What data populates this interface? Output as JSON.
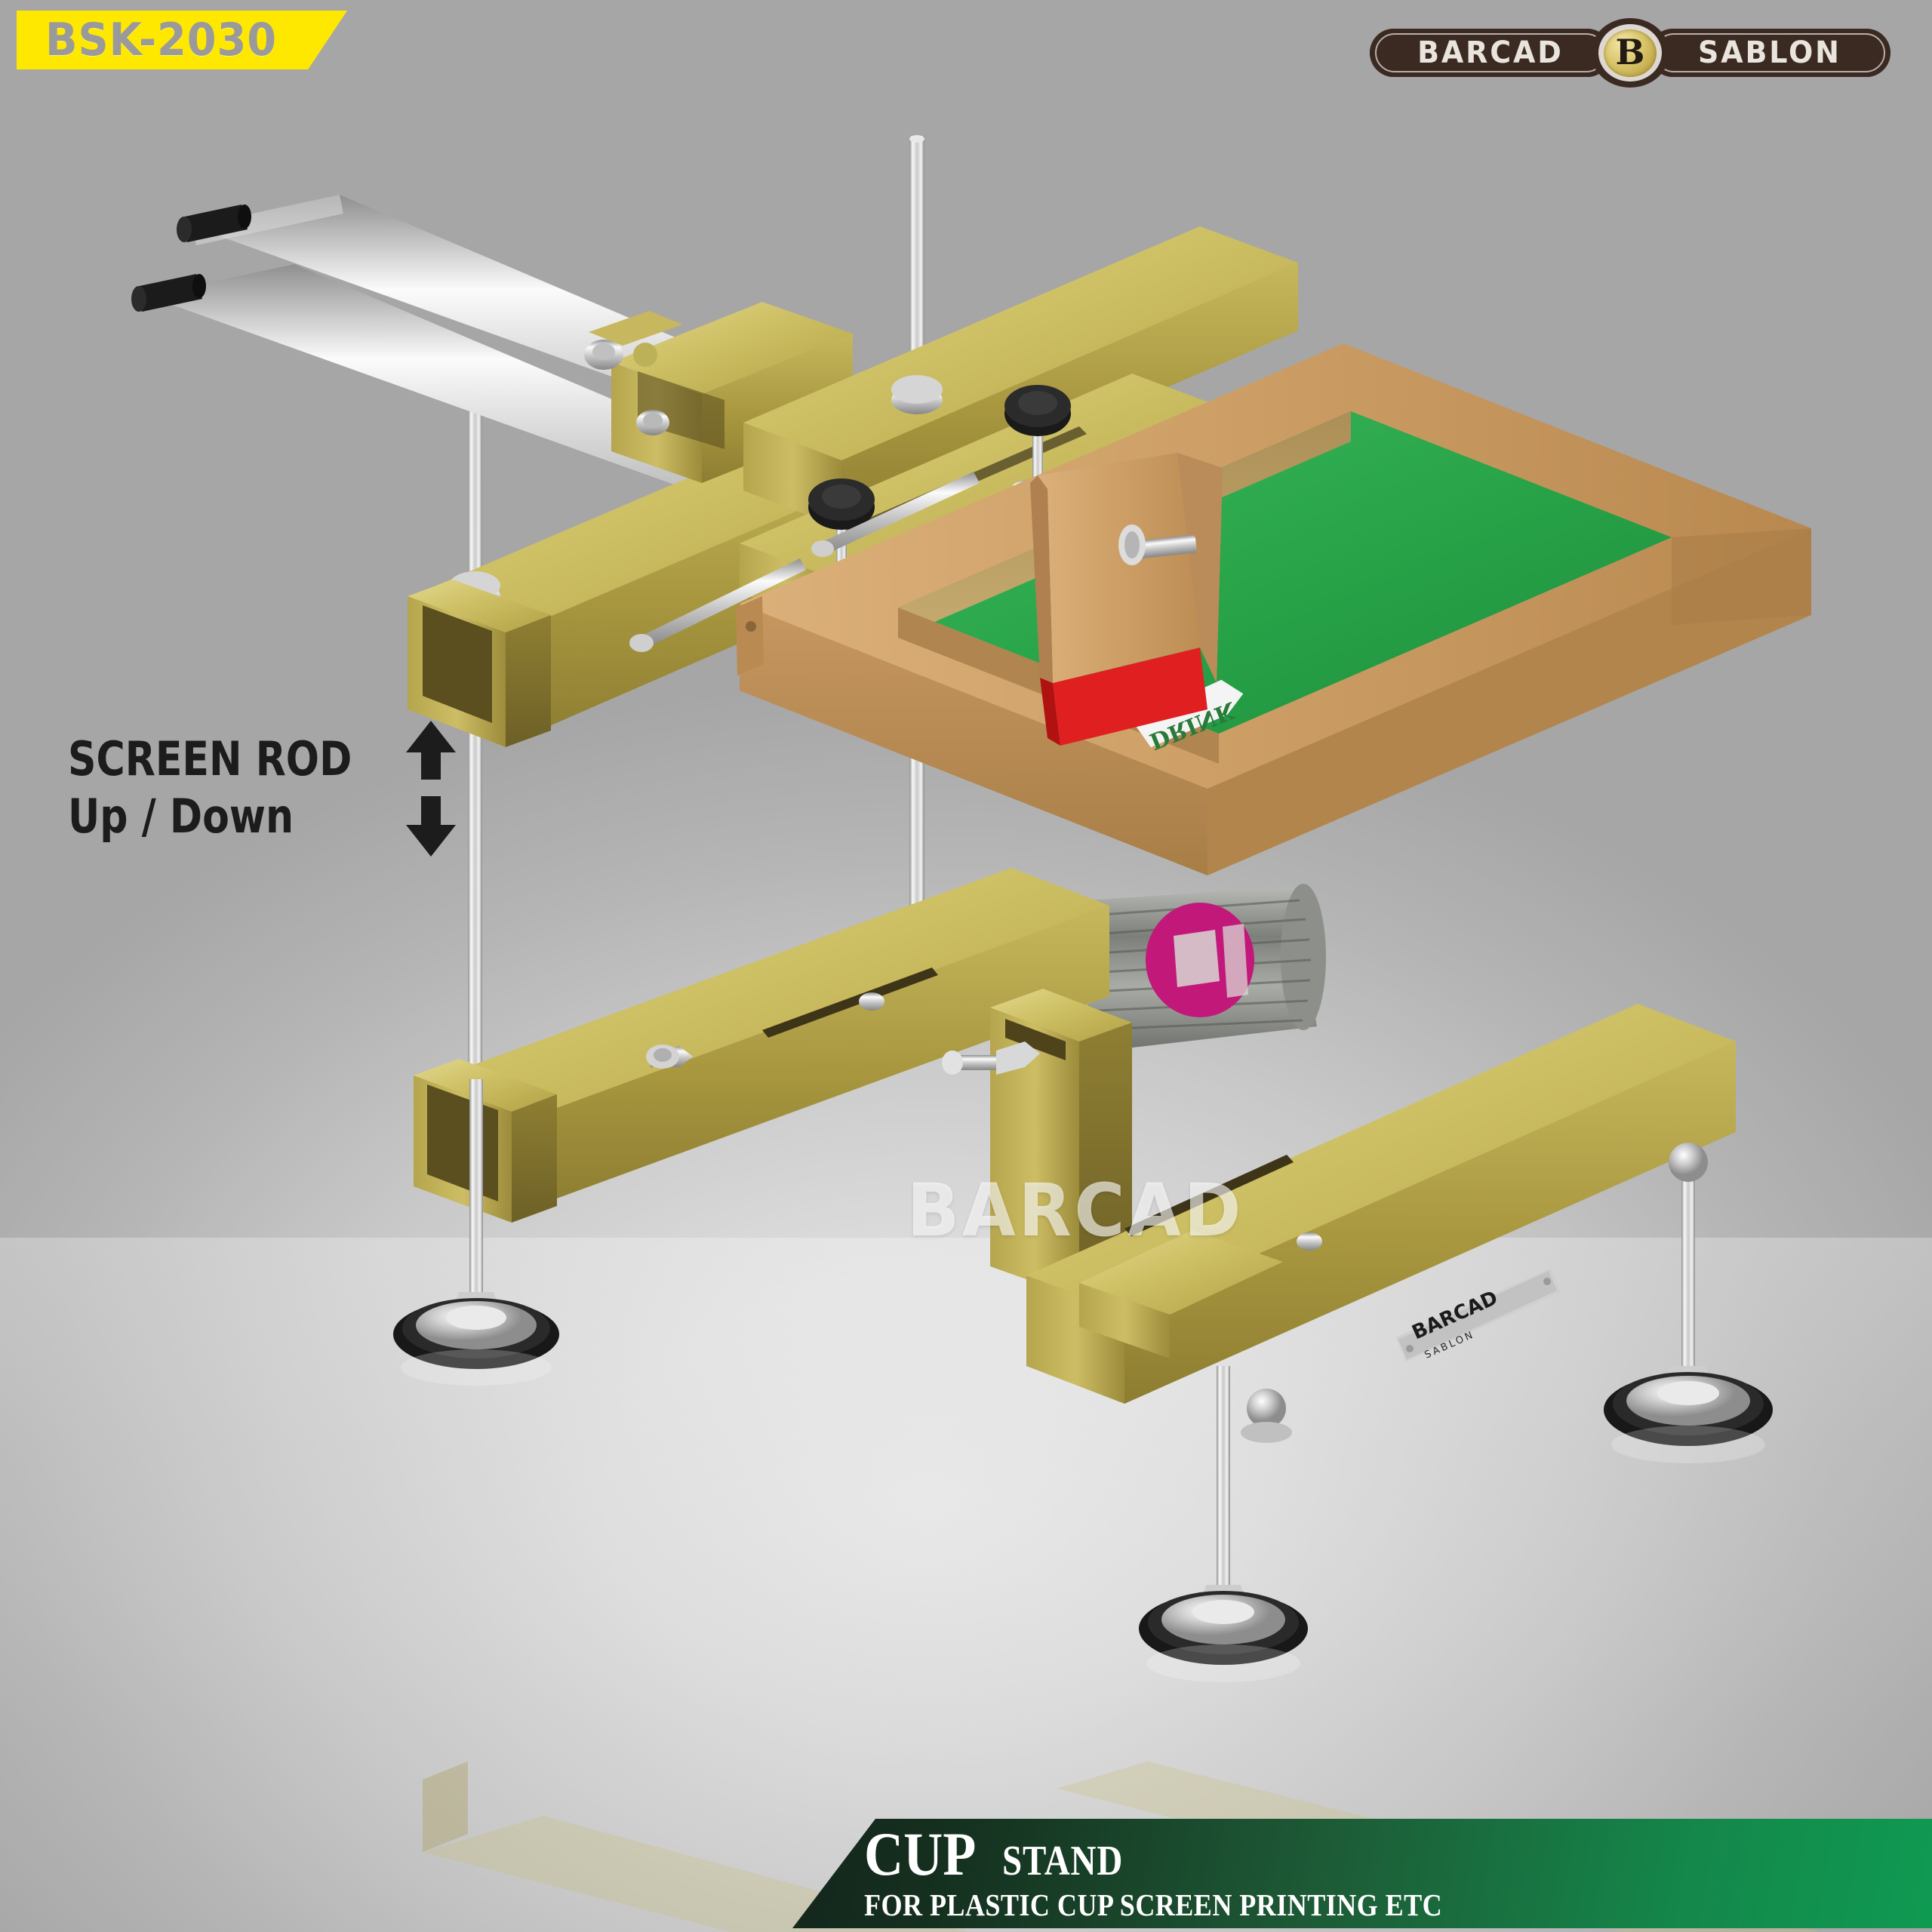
{
  "model_badge": {
    "code": "BSK-2030",
    "bg_color": "#ffe800",
    "text_color": "#9a9a9a"
  },
  "brand_logo": {
    "left_word": "BARCAD",
    "right_word": "SABLON",
    "emblem_letter": "B",
    "plate_color": "#3b2a22",
    "emblem_gold": "#d9c56a"
  },
  "callout": {
    "line1": "SCREEN ROD",
    "line2": "Up / Down",
    "arrow_up": "up-arrow",
    "arrow_down": "down-arrow",
    "text_color": "#1c1c1c"
  },
  "watermark": {
    "text": "BARCAD"
  },
  "bottom_banner": {
    "title_bold": "CUP",
    "title_light": "STAND",
    "subtitle": "FOR PLASTIC CUP SCREEN PRINTING ETC",
    "color_dark": "#14261c",
    "color_green": "#0f9a52"
  },
  "product": {
    "nameplate_brand": "BARCAD",
    "nameplate_sub": "SABLON",
    "cup_print_color": "#c2187a",
    "screen_mesh_color": "#2aa84a",
    "squeegee_blade_color": "#e02020",
    "stencil_text": "DRINK",
    "frame_wood_color": "#c99a5f",
    "anodized_gold": "#b9a94e",
    "chrome": "#d8d8d8",
    "knob_black": "#1e1e1e"
  }
}
